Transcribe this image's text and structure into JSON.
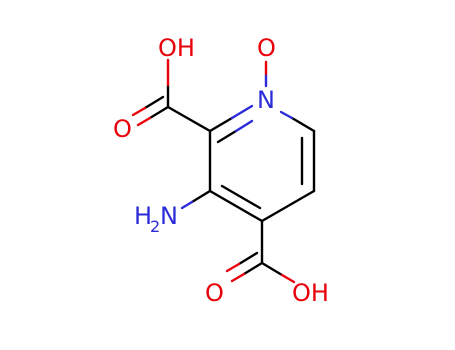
{
  "colors": {
    "bond": "#000000",
    "oxygen": "#e8000b",
    "nitrogen": "#2b2bd8"
  },
  "labels": {
    "oh_top": "OH",
    "o_nitroso": "O",
    "n_ring": "N",
    "o_carbonyl_left": "O",
    "amine_h": "H",
    "amine_sub": "2",
    "amine_n": "N",
    "o_carbonyl_bottom": "O",
    "oh_bottom": "OH"
  }
}
